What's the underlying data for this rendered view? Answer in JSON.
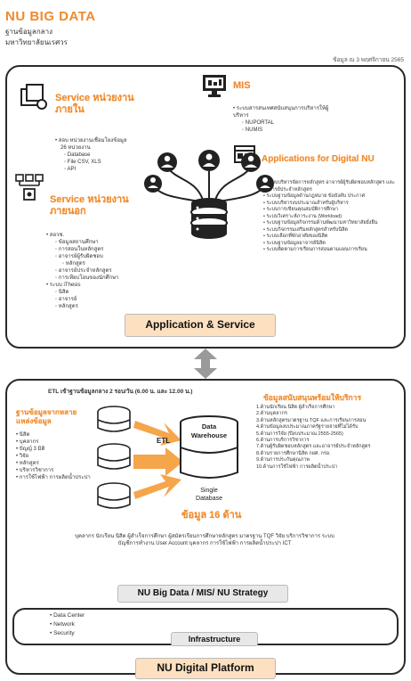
{
  "header": {
    "title": "NU BIG DATA",
    "subtitle_line1": "ฐานข้อมูลกลาง",
    "subtitle_line2": "มหาวิทยาลัยนเรศวร",
    "date": "ข้อมูล ณ 3 พฤศจิกายน 2565"
  },
  "top": {
    "internal_title_1": "Service หน่วยงาน",
    "internal_title_2": "ภายใน",
    "internal_items": [
      "สอบ หน่วยงานเชื่อมโยงข้อมูล",
      "26 หน่วยงาน"
    ],
    "internal_formats": [
      "Database",
      "File CSV, XLS",
      "API"
    ],
    "external_title_1": "Service หน่วยงาน",
    "external_title_2": "ภายนอก",
    "external_group_1": "สอวช.",
    "external_group_1_items": [
      "ข้อมูลสถานศึกษา",
      "การสอนในหลักสูตร",
      "อาจารย์ผู้รับผิดชอบ",
      "หลักสูตร",
      "อาจารย์ประจำหลักสูตร",
      "การเทียบโอนของนักศึกษา"
    ],
    "external_group_2": "ระบบ iThesis",
    "external_group_2_items": [
      "นิสิต",
      "อาจารย์",
      "หลักสูตร"
    ],
    "mis_title": "MIS",
    "mis_desc": "ระบบสารสนเทศสนับสนุนการบริหารให้ผู้บริหาร",
    "mis_items": [
      "NUPORTAL",
      "NUMIS"
    ],
    "apps_title": "Applications for Digital NU",
    "apps_items": [
      "ระบบบริหารจัดการหลักสูตร อาจารย์ผู้รับผิดชอบหลักสูตร และอาจารย์ประจำหลักสูตร",
      "ระบบฐานข้อมูลด้านกฎหมาย ข้อบังคับ ประกาศ",
      "ระบบบริหารงบประมาณสำหรับผู้บริหาร",
      "ระบบการเขียนคุณสมบัติการศึกษา",
      "ระบบวิเคราะห์ภาระงาน (Workload)",
      "ระบบฐานข้อมูลกิจกรรมด้านพัฒนามหาวิทยาลัยยั่งยืน",
      "ระบบกิจกรรมเสริมหลักสูตรสำหรับนิสิต",
      "ระบบเลือกที่พักอาศัยของนิสิต",
      "ระบบฐานข้อมูลอาจารย์นิสิต",
      "ระบบติดตามการเรียนการสอนตามแผนการเรียน"
    ],
    "badge": "Application & Service"
  },
  "bottom": {
    "etl_header": "ETL เข้าฐานข้อมูลกลาง 2 รอบ/วัน (6.00 น. และ 12.00 น.)",
    "sources_title_1": "ฐานข้อมูลจากหลาย",
    "sources_title_2": "แหล่งข้อมูล",
    "sources": [
      "นิสิต",
      "บุคลากร",
      "ปัญญ์ 3 มิติ",
      "วิจัย",
      "หลักสูตร",
      "บริหารวิชาการ",
      "การใช้ไฟฟ้า การผลิตน้ำประปา"
    ],
    "dw_label_1": "Data",
    "dw_label_2": "Warehouse",
    "etl_label": "ETL",
    "single_db_1": "Single",
    "single_db_2": "Database",
    "aspects": "ข้อมูล 16 ด้าน",
    "ready_title": "ข้อมูลสนับสนุนพร้อมให้บริการ",
    "ready_items": [
      "1.ด้านนักเรียน นิสิต ผู้สำเร็จการศึกษา",
      "2.ด้านบุคลากร",
      "3.ด้านหลักสูตรมาตรฐาน TQF และการเรียนการสอน",
      "4.ด้านข้อมูลงบประมาณภาครัฐรายจ่ายที่ไม่ได้รับ",
      "5.ด้านการวิจัย (ปีงบประมาณ 2555-2565)",
      "6.ด้านการบริการวิชาการ",
      "7.ด้านผู้รับผิดชอบหลักสูตร และอาจารย์ประจำหลักสูตร",
      "8.ด้านรายการศึกษานิสิต กยศ. กรอ.",
      "9.ด้านการประกันคุณภาพ",
      "10.ด้านการใช้ไฟฟ้า การผลิตน้ำประปา"
    ],
    "caption": "บุคลากร นักเรียน นิสิต ผู้สำเร็จการศึกษา ผู้สมัครเรียนการศึกษาหลักสูตร มาตรฐาน TQF วิจัย บริการวิชาการ ระบบบัญชีการทำงาน User Account บุคลากร การใช้ไฟฟ้า การผลิตน้ำประปา ICT",
    "strategy_badge": "NU Big Data / MIS/ NU Strategy"
  },
  "infra": {
    "items": [
      "Data Center",
      "Network",
      "Security"
    ],
    "badge": "Infrastructure"
  },
  "platform_badge": "NU Digital Platform",
  "colors": {
    "accent": "#f08a2c",
    "badge_fill": "#fde0bf",
    "border": "#2a2a2a"
  }
}
